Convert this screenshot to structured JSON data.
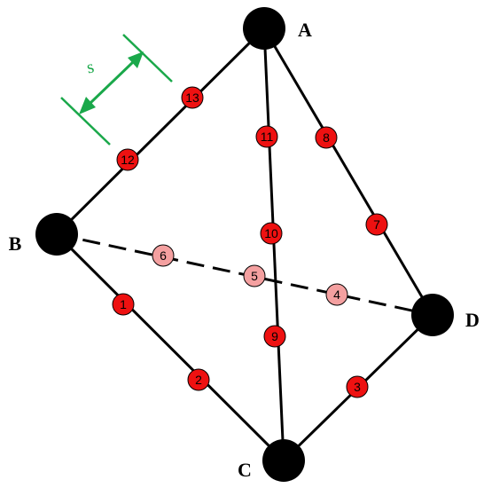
{
  "vertices": [
    {
      "id": "A",
      "label": "A"
    },
    {
      "id": "B",
      "label": "B"
    },
    {
      "id": "C",
      "label": "C"
    },
    {
      "id": "D",
      "label": "D"
    }
  ],
  "edges": [
    {
      "from": "A",
      "to": "B",
      "style": "solid"
    },
    {
      "from": "A",
      "to": "C",
      "style": "solid"
    },
    {
      "from": "A",
      "to": "D",
      "style": "solid"
    },
    {
      "from": "B",
      "to": "C",
      "style": "solid"
    },
    {
      "from": "C",
      "to": "D",
      "style": "solid"
    },
    {
      "from": "B",
      "to": "D",
      "style": "dashed"
    }
  ],
  "nodes": [
    {
      "label": "1",
      "hidden": false
    },
    {
      "label": "2",
      "hidden": false
    },
    {
      "label": "3",
      "hidden": false
    },
    {
      "label": "4",
      "hidden": true
    },
    {
      "label": "5",
      "hidden": true
    },
    {
      "label": "6",
      "hidden": true
    },
    {
      "label": "7",
      "hidden": false
    },
    {
      "label": "8",
      "hidden": false
    },
    {
      "label": "9",
      "hidden": false
    },
    {
      "label": "10",
      "hidden": false
    },
    {
      "label": "11",
      "hidden": false
    },
    {
      "label": "12",
      "hidden": false
    },
    {
      "label": "13",
      "hidden": false
    }
  ],
  "spacing_label": "s",
  "colors": {
    "vertex": "#000000",
    "node_fill": "#ee1111",
    "hidden_node_fill": "#f4a0a0",
    "spacing_marker": "#1aa84a"
  }
}
